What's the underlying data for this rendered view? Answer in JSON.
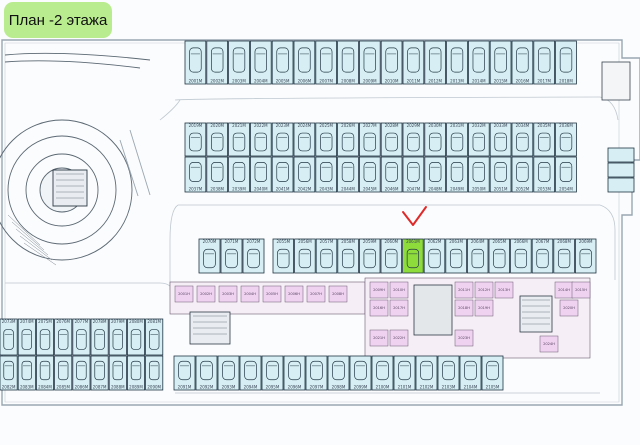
{
  "title": "План -2 этажа",
  "colors": {
    "slot_fill": "#d7eff4",
    "slot_stroke": "#1f3342",
    "highlight": "#8edb3c",
    "storage": "#eed2ef",
    "mark": "#e02a2a",
    "title_bg": "#b9ec8f"
  },
  "highlighted_spot": "2061М",
  "rows": {
    "r1": [
      "2001М",
      "2002М",
      "2003М",
      "2004М",
      "2005М",
      "2006М",
      "2007М",
      "2008М",
      "2009М",
      "2010М",
      "2011М",
      "2012М",
      "2013М",
      "2014М",
      "2015М",
      "2016М",
      "2017М",
      "2018М"
    ],
    "r2": [
      "2019М",
      "2020М",
      "2021М",
      "2022М",
      "2023М",
      "2024М",
      "2025М",
      "2026М",
      "2027М",
      "2028М",
      "2029М",
      "2030М",
      "2031М",
      "2032М",
      "2033М",
      "2034М",
      "2035М",
      "2036М"
    ],
    "r3": [
      "2037М",
      "2038М",
      "2039М",
      "2040М",
      "2041М",
      "2042М",
      "2043М",
      "2044М",
      "2045М",
      "2046М",
      "2047М",
      "2048М",
      "2049М",
      "2050М",
      "2051М",
      "2052М",
      "2053М",
      "2054М"
    ],
    "r4a": [
      "2070М",
      "2071М",
      "2072М"
    ],
    "r4b": [
      "2055М",
      "2056М",
      "2057М",
      "2058М",
      "2059М",
      "2060М",
      "2061М",
      "2062М",
      "2063М",
      "2064М",
      "2065М",
      "2066М",
      "2067М",
      "2068М",
      "2069М"
    ],
    "r5": [
      "2073М",
      "2074М",
      "2075М",
      "2076М",
      "2077М",
      "2078М",
      "2079М",
      "2080М",
      "2081М"
    ],
    "r6": [
      "2082М",
      "2083М",
      "2084М",
      "2085М",
      "2086М",
      "2087М",
      "2088М",
      "2089М",
      "2090М"
    ],
    "r7": [
      "2091М",
      "2092М",
      "2093М",
      "2094М",
      "2095М",
      "2096М",
      "2097М",
      "2098М",
      "2099М",
      "2100М",
      "2101М",
      "2102М",
      "2103М",
      "2104М",
      "2105М"
    ]
  },
  "storage_rooms": [
    "2001Н",
    "2002Н",
    "2003Н",
    "2004Н",
    "2005Н",
    "2006Н",
    "2007Н",
    "2008Н",
    "2009Н",
    "2010Н",
    "2011Н",
    "2012Н",
    "2013Н",
    "2014Н",
    "2015Н",
    "2016Н",
    "2017Н",
    "2018Н",
    "2019Н",
    "2020Н",
    "2021Н",
    "2022Н",
    "2023Н",
    "2024Н"
  ]
}
